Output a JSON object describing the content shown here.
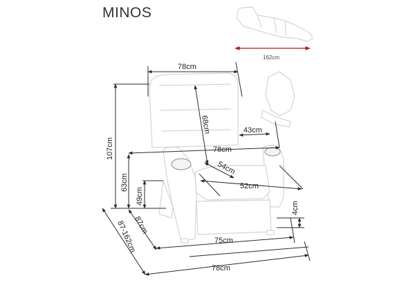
{
  "title": "MINOS",
  "colors": {
    "accent_red": "#b01818",
    "dim_line": "#2a2a2a",
    "chair_outline": "#d4d4d4"
  },
  "dimensions": {
    "top_width": "78cm",
    "backrest_height": "68cm",
    "armrest_depth": "43cm",
    "arm_width": "78cm",
    "seat_depth": "54cm",
    "seat_width": "52cm",
    "total_height": "107cm",
    "arm_height": "63cm",
    "seat_height": "49cm",
    "depth": "87cm",
    "depth_extended": "87-162cm",
    "base_width": "75cm",
    "bottom_width": "78cm",
    "leg_height": "4cm",
    "reclined_length": "162cm"
  }
}
